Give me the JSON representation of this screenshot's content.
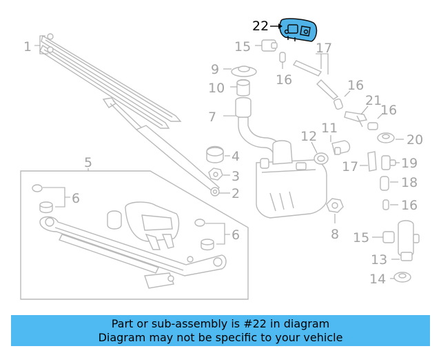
{
  "callouts": {
    "c1": "1",
    "c2": "2",
    "c3": "3",
    "c4": "4",
    "c5": "5",
    "c6a": "6",
    "c6b": "6",
    "c7": "7",
    "c8": "8",
    "c9": "9",
    "c10": "10",
    "c11": "11",
    "c12": "12",
    "c13": "13",
    "c14": "14",
    "c15a": "15",
    "c15b": "15",
    "c16a": "16",
    "c16b": "16",
    "c16c": "16",
    "c16d": "16",
    "c17a": "17",
    "c17b": "17",
    "c18": "18",
    "c19": "19",
    "c20": "20",
    "c21": "21",
    "c22": "22"
  },
  "highlighted_part": "22",
  "colors": {
    "highlight": "#4fb3e8",
    "banner": "#4fbaf2",
    "line_art": "#b9b9b9"
  },
  "banner": {
    "line1": "Part or sub-assembly is #22 in diagram",
    "line2": "Diagram may not be specific to your vehicle"
  }
}
